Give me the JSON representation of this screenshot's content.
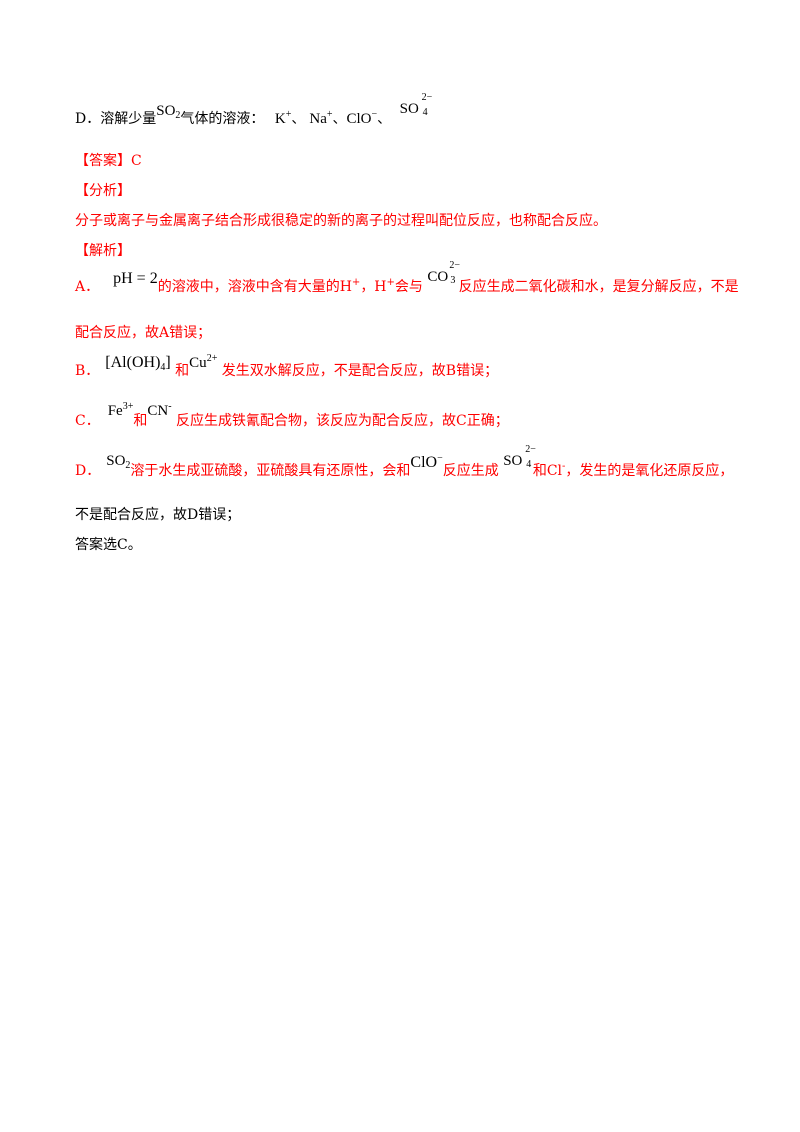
{
  "optionD": {
    "label": "D．溶解少量",
    "so2_base": "SO",
    "so2_sub": "2",
    "mid": "气体的溶液：",
    "k": "K",
    "k_sup": "+",
    "sep1": "、",
    "na": "Na",
    "na_sup": "+",
    "sep2": "、",
    "clo": "ClO",
    "clo_sup": "−",
    "sep3": "、",
    "so4_base": "SO",
    "so4_sup": "2−",
    "so4_sub": "4"
  },
  "answer": {
    "label": "【答案】",
    "value": "C"
  },
  "analysis": {
    "label": "【分析】",
    "text": "分子或离子与金属离子结合形成很稳定的新的离子的过程叫配位反应，也称配合反应。"
  },
  "explanation": {
    "label": "【解析】",
    "a": {
      "prefix": "A．",
      "ph": "pH = 2",
      "t1": "的溶液中，溶液中含有大量的H",
      "h_sup": "+",
      "t2": "，H",
      "h2_sup": "+",
      "t3": "会与",
      "co3_base": "CO",
      "co3_sup": "2−",
      "co3_sub": "3",
      "t4": "反应生成二氧化碳和水，是复分解反应，不是",
      "cont": "配合反应，故A错误；"
    },
    "b": {
      "prefix": "B．",
      "complex": "[Al(OH)",
      "complex_sub": "4",
      "complex_end": "]",
      "t1": "和",
      "cu": "Cu",
      "cu_sup": "2+",
      "t2": "发生双水解反应，不是配合反应，故B错误；"
    },
    "c": {
      "prefix": "C．",
      "fe": "Fe",
      "fe_sup": "3+",
      "t1": "和",
      "cn": "CN",
      "cn_sup": "-",
      "t2": "反应生成铁氰配合物，该反应为配合反应，故C正确；"
    },
    "d": {
      "prefix": "D．",
      "so2_base": "SO",
      "so2_sub": "2",
      "t1": "溶于水生成亚硫酸，亚硫酸具有还原性，会和",
      "clo": "ClO",
      "clo_sup": "−",
      "t2": "反应生成",
      "so4_base": "SO",
      "so4_sup": "2−",
      "so4_sub": "4",
      "t3": "和Cl",
      "cl_sup": "-",
      "t4": "，发生的是氧化还原反应，",
      "cont": "不是配合反应，故D错误；"
    },
    "conclusion": "答案选C。"
  }
}
